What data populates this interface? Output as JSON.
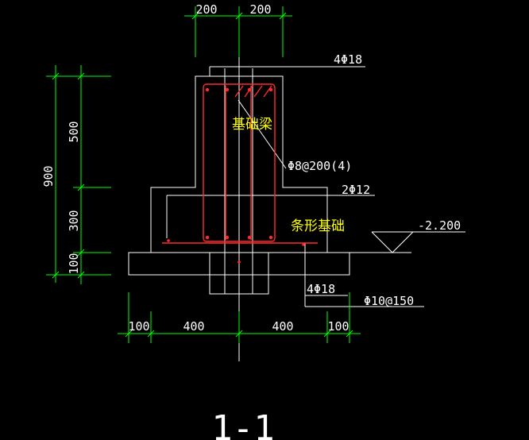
{
  "drawing": {
    "section_label": "1-1",
    "labels": {
      "beam_name": "基础梁",
      "strip_name": "条形基础"
    },
    "annotations": {
      "top_bars": "4Φ18",
      "stirrups": "Φ8@200(4)",
      "side_bars": "2Φ12",
      "bottom_bars": "4Φ18",
      "bottom_mesh": "Φ10@150",
      "elevation": "-2.200"
    },
    "dimensions": {
      "top": [
        "200",
        "200"
      ],
      "left_total": "900",
      "left_parts": [
        "500",
        "300",
        "100"
      ],
      "bottom": [
        "100",
        "400",
        "400",
        "100"
      ]
    },
    "colors": {
      "background": "#000000",
      "outline": "#ffffff",
      "rebar": "#ff2a2a",
      "dimension": "#00ff00",
      "label": "#ffff00"
    }
  }
}
